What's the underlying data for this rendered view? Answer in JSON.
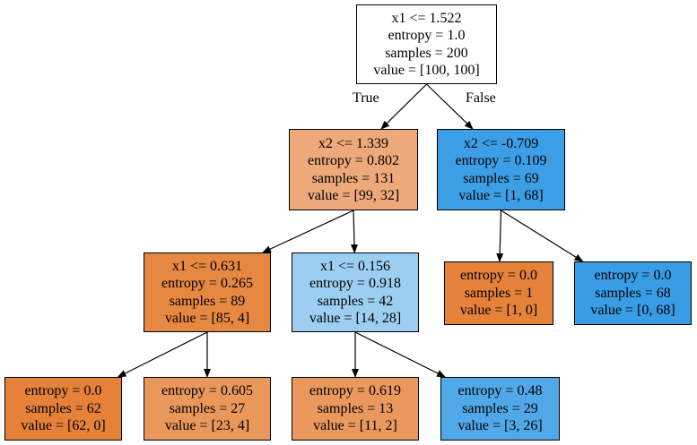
{
  "tree": {
    "nodes": [
      {
        "id": "n0",
        "split": "x1 <= 1.522",
        "entropy": "entropy = 1.0",
        "samples": "samples = 200",
        "value": "value = [100, 100]",
        "fill": "#ffffff"
      },
      {
        "id": "n1",
        "split": "x2 <= 1.339",
        "entropy": "entropy = 0.802",
        "samples": "samples = 131",
        "value": "value = [99, 32]",
        "fill": "#eda979"
      },
      {
        "id": "n2",
        "split": "x2 <= -0.709",
        "entropy": "entropy = 0.109",
        "samples": "samples = 69",
        "value": "value = [1, 68]",
        "fill": "#3c9ee5"
      },
      {
        "id": "n3",
        "split": "x1 <= 0.631",
        "entropy": "entropy = 0.265",
        "samples": "samples = 89",
        "value": "value = [85, 4]",
        "fill": "#e68742"
      },
      {
        "id": "n4",
        "split": "x1 <= 0.156",
        "entropy": "entropy = 0.918",
        "samples": "samples = 42",
        "value": "value = [14, 28]",
        "fill": "#9ccef2"
      },
      {
        "id": "n5",
        "split": "",
        "entropy": "entropy = 0.0",
        "samples": "samples = 1",
        "value": "value = [1, 0]",
        "fill": "#e58139"
      },
      {
        "id": "n6",
        "split": "",
        "entropy": "entropy = 0.0",
        "samples": "samples = 68",
        "value": "value = [0, 68]",
        "fill": "#399de5"
      },
      {
        "id": "n7",
        "split": "",
        "entropy": "entropy = 0.0",
        "samples": "samples = 62",
        "value": "value = [62, 0]",
        "fill": "#e58139"
      },
      {
        "id": "n8",
        "split": "",
        "entropy": "entropy = 0.605",
        "samples": "samples = 27",
        "value": "value = [23, 4]",
        "fill": "#ea975b"
      },
      {
        "id": "n9",
        "split": "",
        "entropy": "entropy = 0.619",
        "samples": "samples = 13",
        "value": "value = [11, 2]",
        "fill": "#ea985d"
      },
      {
        "id": "n10",
        "split": "",
        "entropy": "entropy = 0.48",
        "samples": "samples = 29",
        "value": "value = [3, 26]",
        "fill": "#50a8e8"
      }
    ],
    "edges": [
      {
        "from": "n0",
        "to": "n1"
      },
      {
        "from": "n0",
        "to": "n2"
      },
      {
        "from": "n1",
        "to": "n3"
      },
      {
        "from": "n1",
        "to": "n4"
      },
      {
        "from": "n2",
        "to": "n5"
      },
      {
        "from": "n2",
        "to": "n6"
      },
      {
        "from": "n3",
        "to": "n7"
      },
      {
        "from": "n3",
        "to": "n8"
      },
      {
        "from": "n4",
        "to": "n9"
      },
      {
        "from": "n4",
        "to": "n10"
      }
    ],
    "edge_labels": {
      "true_label": "True",
      "false_label": "False"
    },
    "line_color": "#000000"
  }
}
